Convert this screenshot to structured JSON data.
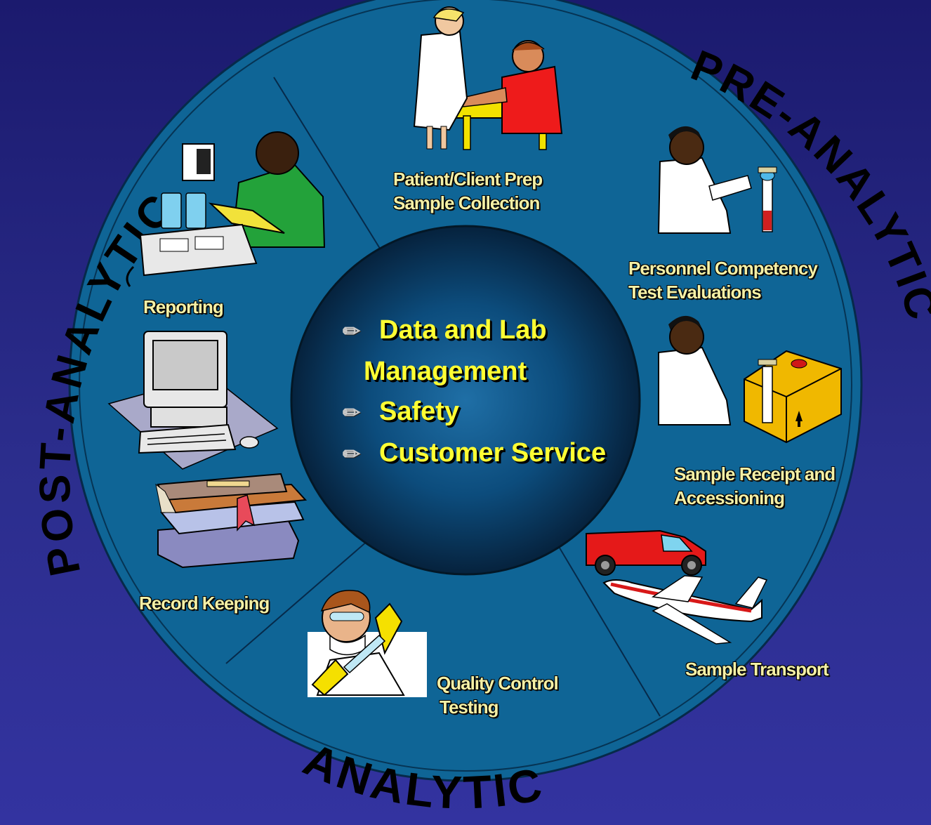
{
  "phases": {
    "pre": "PRE-ANALYTIC",
    "analytic": "ANALYTIC",
    "post": "POST-ANALYTIC"
  },
  "center": {
    "item1_line1": "Data and Lab",
    "item1_line2": "Management",
    "item2": "Safety",
    "item3": "Customer Service",
    "bullet": "✏"
  },
  "labels": {
    "collection": [
      "Patient/Client Prep",
      "Sample Collection"
    ],
    "competency": [
      "Personnel Competency",
      "Test Evaluations"
    ],
    "receipt": [
      "Sample Receipt and",
      "Accessioning"
    ],
    "transport": "Sample Transport",
    "qc": [
      "Quality Control",
      "Testing"
    ],
    "record": "Record Keeping",
    "reporting": "Reporting"
  },
  "colors": {
    "background": "#2b2d8c",
    "ring": "#0f6596",
    "phase_text": "#000000",
    "center_text": "#ffff33",
    "label_text": "#f4f0a6"
  },
  "icons": [
    "phlebotomist-icon",
    "lab-technician-icon",
    "lab-package-icon",
    "delivery-van-icon",
    "airplane-icon",
    "scientist-test-tube-icon",
    "books-icon",
    "computer-icon",
    "doctor-phone-icon"
  ]
}
